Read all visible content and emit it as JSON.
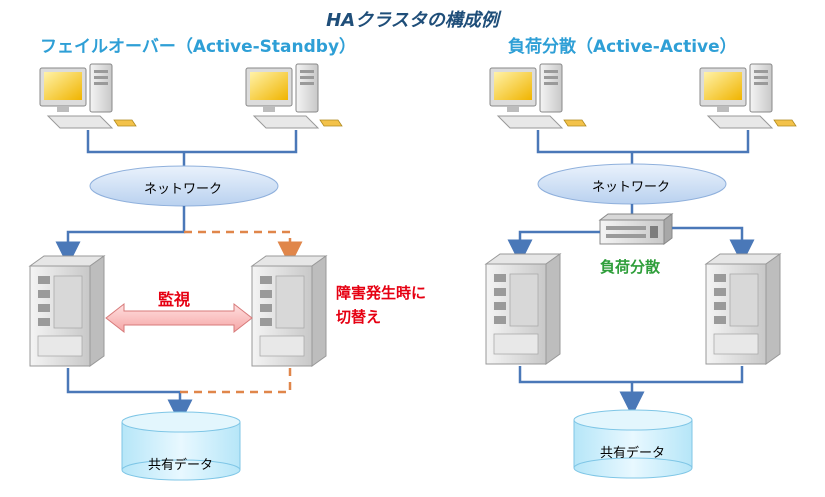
{
  "title": "HAクラスタの構成例",
  "left": {
    "heading": "フェイルオーバー（Active-Standby）",
    "network_label": "ネットワーク",
    "monitor_label": "監視",
    "failover_note_line1": "障害発生時に",
    "failover_note_line2": "切替え",
    "storage_label": "共有データ"
  },
  "right": {
    "heading": "負荷分散（Active-Active）",
    "network_label": "ネットワーク",
    "balancer_label": "負荷分散",
    "storage_label": "共有データ"
  },
  "colors": {
    "title": "#1f4e79",
    "heading": "#2e9fd6",
    "connector": "#4a78b8",
    "standby_dash": "#e0864a",
    "alert_text": "#e60012",
    "balancer_text": "#2e9e3a",
    "network_fill": "#c9dcf3",
    "storage_fill": "#cfeefb"
  }
}
